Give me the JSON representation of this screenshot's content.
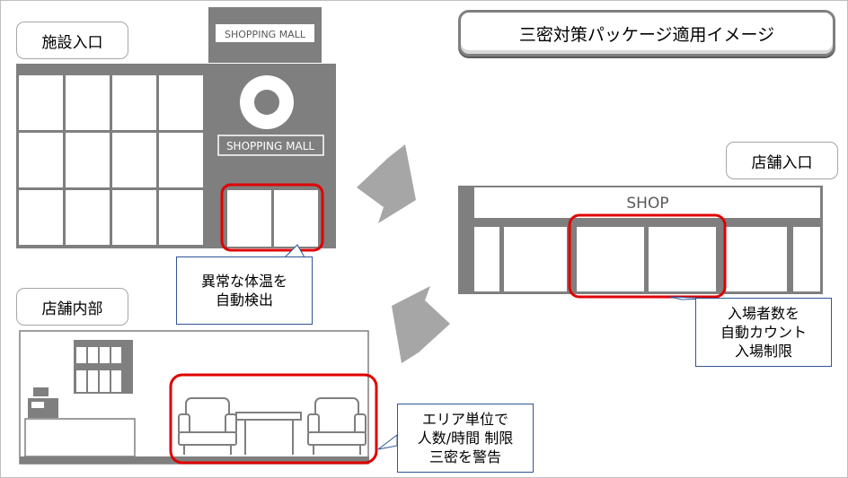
{
  "title": "三密対策パッケージ適用イメージ",
  "labels": {
    "facility_entrance": "施設入口",
    "store_entrance": "店舗入口",
    "store_interior": "店舗内部"
  },
  "signs": {
    "mall_top": "SHOPPING MALL",
    "mall_front": "SHOPPING MALL",
    "shop": "SHOP"
  },
  "callouts": {
    "temperature": [
      "異常な体温を",
      "自動検出"
    ],
    "counting": [
      "入場者数を",
      "自動カウント",
      "入場制限"
    ],
    "area": [
      "エリア単位で",
      "人数/時間 制限",
      "三密を警告"
    ]
  },
  "colors": {
    "building": "#7f7f7f",
    "highlight": "#e00000",
    "arrow": "#a6a6a6",
    "callout_border": "#2f5597"
  }
}
